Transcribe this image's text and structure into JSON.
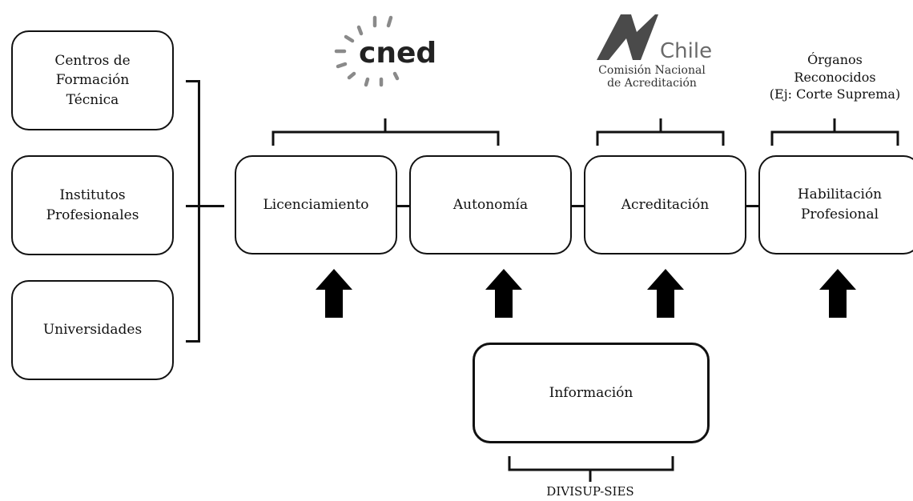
{
  "institutions": [
    {
      "label": "Centros de\nFormación\nTécnica"
    },
    {
      "label": "Institutos\nProfesionales"
    },
    {
      "label": "Universidades"
    }
  ],
  "stages": [
    {
      "label": "Licenciamiento"
    },
    {
      "label": "Autonomía"
    },
    {
      "label": "Acreditación"
    },
    {
      "label": "Habilitación\nProfesional"
    }
  ],
  "information": {
    "label": "Información"
  },
  "logos": {
    "cned": {
      "text": "cned"
    },
    "cna": {
      "top": "Chile",
      "line1": "Comisión Nacional",
      "line2": "de Acreditación"
    }
  },
  "bodies": {
    "organos": "Órganos\nReconocidos\n(Ej: Corte Suprema)",
    "divisup": "DIVISUP-SIES"
  }
}
